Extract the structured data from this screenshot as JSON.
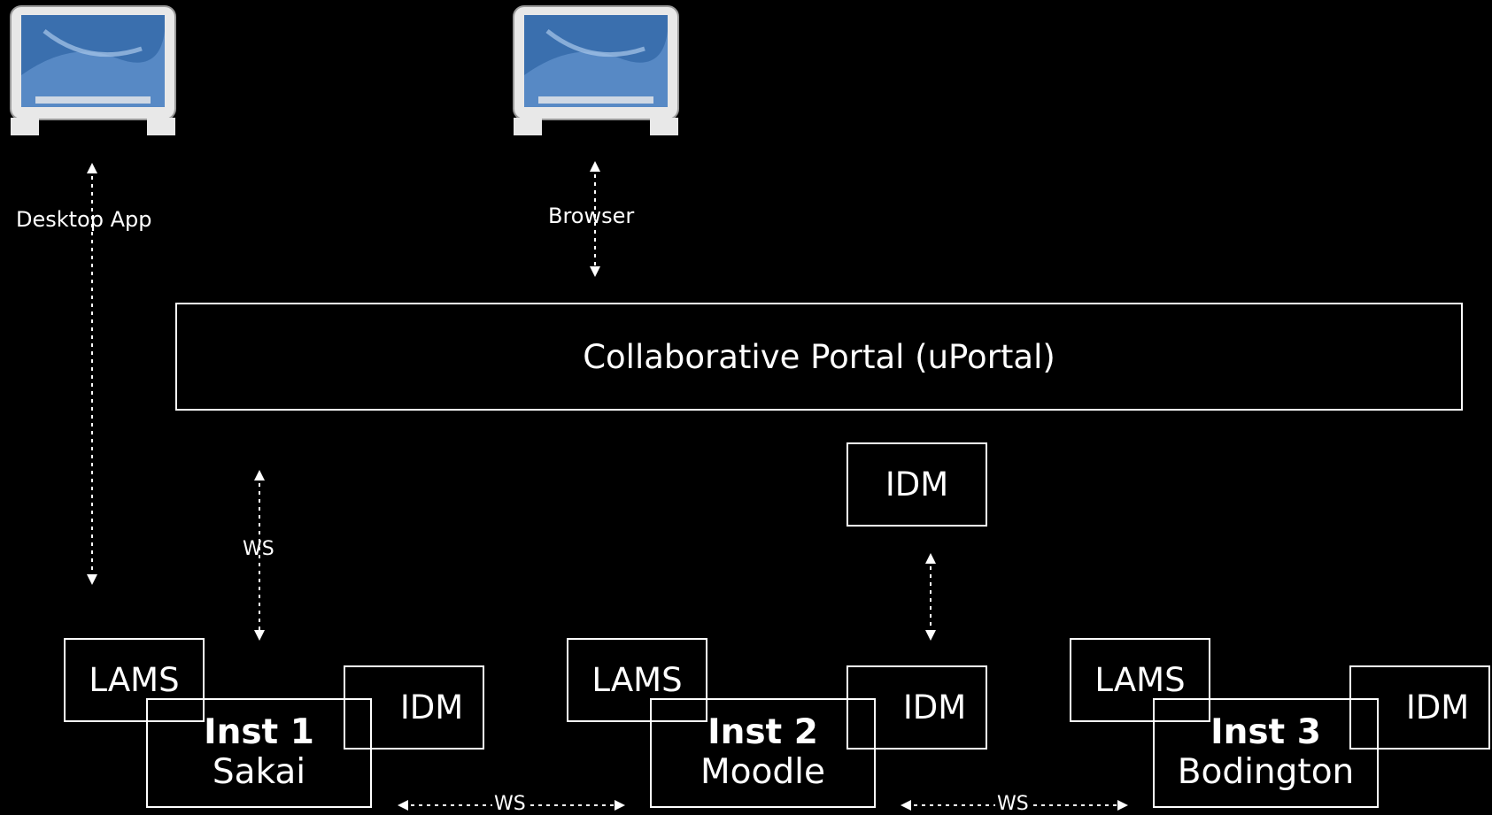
{
  "clients": {
    "desktop_label": "Desktop App",
    "browser_label": "Browser"
  },
  "portal": {
    "label": "Collaborative Portal (uPortal)"
  },
  "central_idm": {
    "label": "IDM"
  },
  "links": {
    "ws_label": "WS"
  },
  "institutions": [
    {
      "name": "Inst 1",
      "system": "Sakai",
      "lams": "LAMS",
      "idm": "IDM"
    },
    {
      "name": "Inst 2",
      "system": "Moodle",
      "lams": "LAMS",
      "idm": "IDM"
    },
    {
      "name": "Inst 3",
      "system": "Bodington",
      "lams": "LAMS",
      "idm": "IDM"
    }
  ],
  "colors": {
    "background": "#000000",
    "stroke": "#ffffff",
    "screen": "#3f78b8"
  },
  "icons": [
    "monitor-icon",
    "monitor-icon"
  ]
}
